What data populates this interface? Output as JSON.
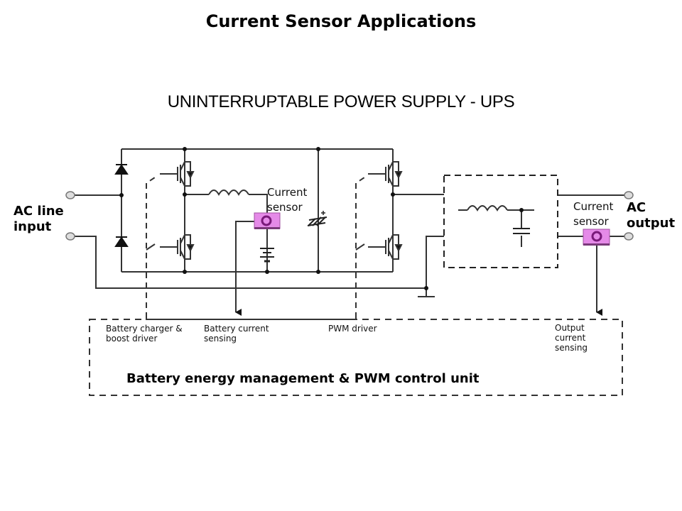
{
  "header": {
    "title": "Current Sensor Applications",
    "subtitle": "UNINTERRUPTABLE POWER SUPPLY - UPS"
  },
  "terminals": {
    "ac_input": [
      "AC line",
      "input"
    ],
    "ac_output": [
      "AC",
      "output"
    ]
  },
  "sensors": {
    "battery_sensor": [
      "Current",
      "sensor"
    ],
    "output_sensor": [
      "Current",
      "sensor"
    ]
  },
  "control_unit": {
    "title": "Battery energy management & PWM control unit",
    "blocks": {
      "charger": [
        "Battery charger &",
        "boost driver"
      ],
      "battery_sensing": [
        "Battery current",
        "sensing"
      ],
      "pwm": [
        "PWM driver"
      ],
      "output_sensing": [
        "Output",
        "current",
        "sensing"
      ]
    }
  },
  "colors": {
    "sensor_fill": "#e58ae8",
    "sensor_ring": "#7a1a7a",
    "line": "#333333"
  }
}
